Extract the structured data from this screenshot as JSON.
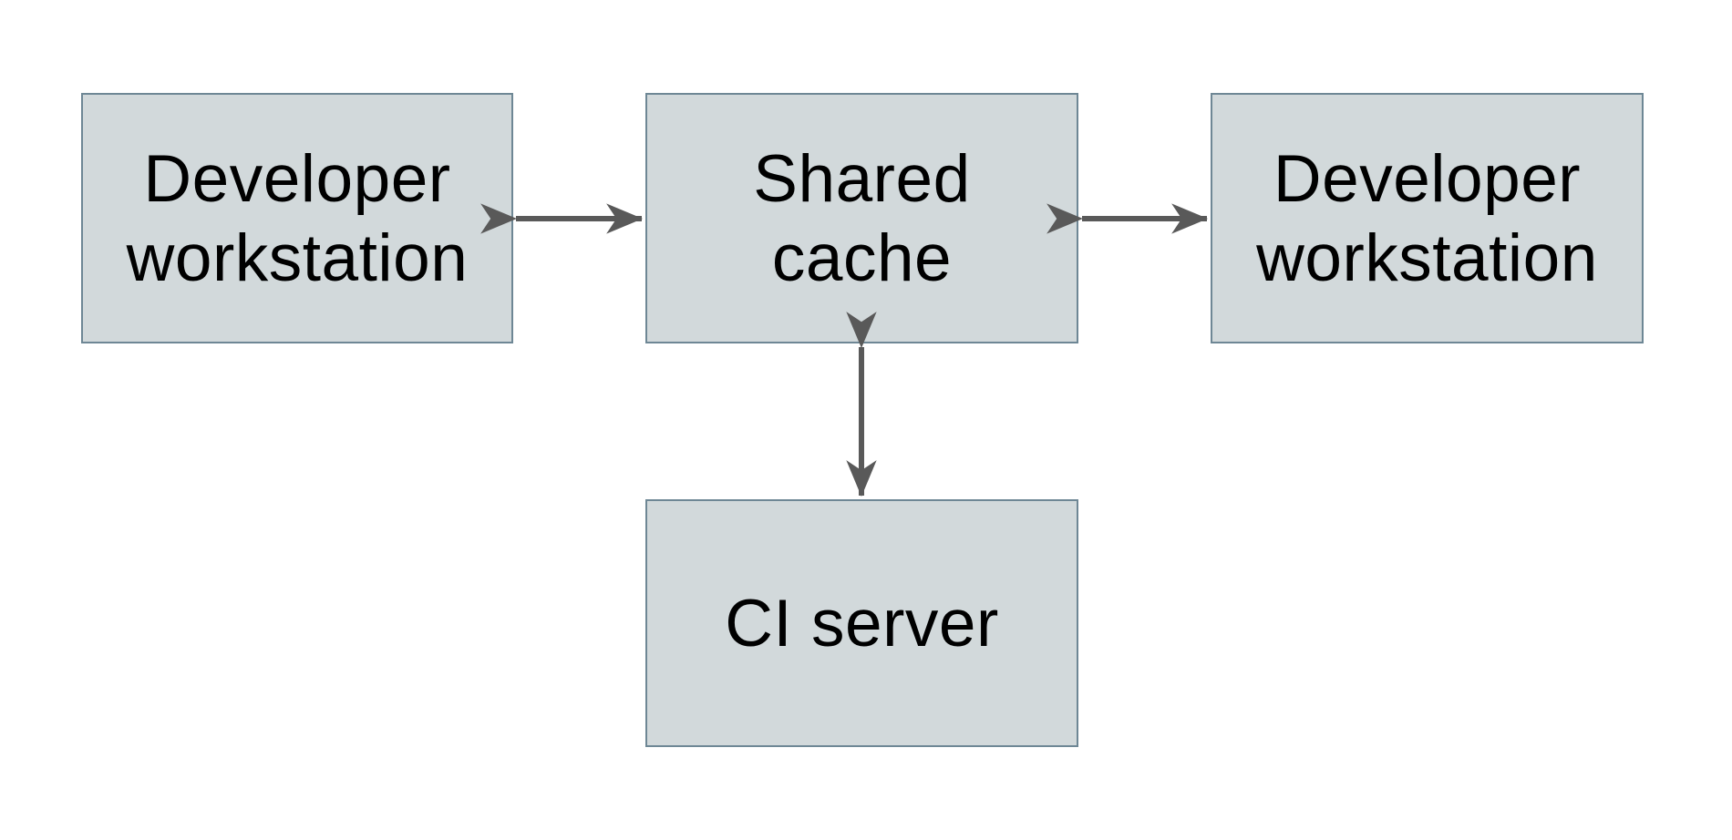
{
  "diagram": {
    "background_color": "#ffffff",
    "node_fill_color": "#d2d9db",
    "node_border_color": "#6e8795",
    "arrow_color": "#595959",
    "text_color": "#000000",
    "nodes": [
      {
        "id": "developer-workstation-left",
        "lines": [
          "Developer",
          "workstation"
        ]
      },
      {
        "id": "shared-cache",
        "lines": [
          "Shared",
          "cache"
        ]
      },
      {
        "id": "developer-workstation-right",
        "lines": [
          "Developer",
          "workstation"
        ]
      },
      {
        "id": "ci-server",
        "lines": [
          "CI server"
        ]
      }
    ],
    "edges": [
      {
        "from": "developer-workstation-left",
        "to": "shared-cache",
        "direction": "bidirectional"
      },
      {
        "from": "shared-cache",
        "to": "developer-workstation-right",
        "direction": "bidirectional"
      },
      {
        "from": "shared-cache",
        "to": "ci-server",
        "direction": "bidirectional"
      }
    ]
  }
}
